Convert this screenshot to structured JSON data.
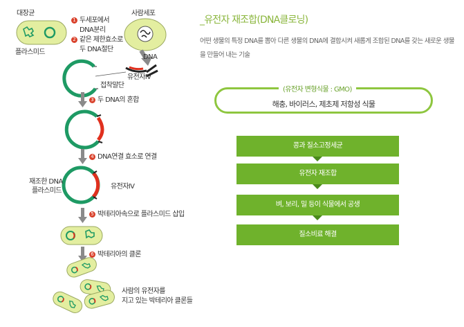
{
  "left": {
    "ecoli_label": "대장균",
    "plasmid_label": "플라스미드",
    "human_cell_label": "사람세포",
    "step1": "두세포에서",
    "step1b": "DNA분리",
    "step2": "같은 제한효소로",
    "step2b": "두 DNA절단",
    "dna_label": "DNA",
    "sticky_end_label": "접착말단",
    "gene_iv_label": "유전자IV",
    "step3": "두 DNA의 혼합",
    "step4": "DNA연결 효소로 연결",
    "recomb_label_1": "재조한 DNA",
    "recomb_label_2": "플라스미드",
    "gene_iv_label_2": "유전자IV",
    "step5": "박테리아속으로 플라스미드 삽입",
    "step6": "박테리아의 클론",
    "final_label_1": "사람의 유전자를",
    "final_label_2": "지고 있는 박테리아 클론들",
    "step_numbers": [
      "1",
      "2",
      "3",
      "4",
      "5",
      "6"
    ]
  },
  "right": {
    "title": "_유전자 재조합(DNA클로닝)",
    "description": "어떤 생물의 특정 DNA를 뽑아 다른 생물의 DNA에 결합시켜 새롭게 조합된 DNA를 갖는 새로운 생물을 만들어 내는 기술",
    "gmo_label": "(유전자 변형식물 : GMO)",
    "gmo_desc": "해충, 바이러스, 제초제 저항성 식물",
    "flow": [
      "콩과 질소고정세균",
      "유전자 재조합",
      "벼, 보리, 밀 등이 식물에서 공생",
      "질소비료 해결"
    ]
  },
  "colors": {
    "accent_green": "#8ec63f",
    "box_green": "#6fb22c",
    "plasmid_green": "#1e9a64",
    "insert_red": "#e0301e",
    "cell_fill": "#e3eea0",
    "arrow_gray": "#8a8a8a"
  }
}
